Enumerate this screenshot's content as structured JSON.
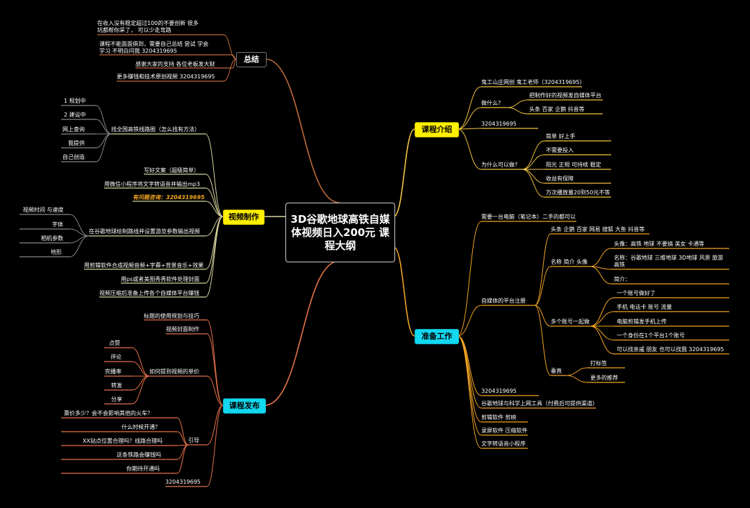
{
  "center": "3D谷歌地球高铁自媒体视频日入200元 课程大纲",
  "colors": {
    "yellow": "#ffef00",
    "cyan": "#12d8f0",
    "sum_line": "#c06a3a",
    "video_line": "#d9d6a0",
    "pub_line": "#e8734a",
    "intro_line": "#f5c842",
    "prep_line": "#f5a623"
  },
  "summary": {
    "label": "总结",
    "items": [
      "在收入没有稳定超过100的不要创新 很多坑都帮你采了， 可以少走弯路",
      "课程不能面面俱到，需要自己总结 尝试 学会学习 不明白问我 3204319695",
      "感谢大家的支持 各位老板发大财",
      "更多赚钱和技术原创视频 3204319695"
    ]
  },
  "video": {
    "label": "视频制作",
    "find": {
      "label": "找全国高铁线路图（怎么找有方法）",
      "children": [
        "1 规划中",
        "2 建设中",
        "网上查询",
        "我提供",
        "自己创造"
      ]
    },
    "items": [
      "写好文案（超级简单）",
      "用微信小程序将文字转语音并输出mp3",
      "有问题咨询：3204319695"
    ],
    "draw": {
      "label": "在谷歌地球绘制路线并设置游览参数输出视频",
      "children": [
        "视频时间 与速度",
        "字体",
        "相机参数",
        "地形"
      ]
    },
    "tail": [
      "用剪辑软件合成视频音频+字幕+背景音乐+效果",
      "用ps或者美图秀秀软件处理封面",
      "视频压缩后准备上传各个自媒体平台赚钱"
    ]
  },
  "publish": {
    "label": "课程发布",
    "top": [
      "标题的使用规划与技巧",
      "视频封面制作"
    ],
    "rate": {
      "label": "如何提到视频的单价",
      "children": [
        "点赞",
        "评论",
        "完播率",
        "转发",
        "分享"
      ]
    },
    "guide": {
      "label": "引导",
      "children": [
        "票价多少？会不会影响其他的火车？",
        "什么时候开通？",
        "XX站点位置合理吗？线路合理吗",
        "这条铁路会赚钱吗",
        "你期待开通吗"
      ]
    },
    "qq": "3204319695"
  },
  "intro": {
    "label": "课程介绍",
    "teacher": "鬼工山庄网创 鬼工老师（3204319695）",
    "what": {
      "label": "做什么?",
      "children": [
        "把制作好的视频发自媒体平台",
        "头条 百家 企鹅 抖音等"
      ]
    },
    "qq": "3204319695",
    "why": {
      "label": "为什么可以做?",
      "children": [
        "简单 好上手",
        "不需要投入",
        "阳光 正规 可持续 稳定",
        "收益有保障",
        "万次播放量20到50元不等"
      ]
    }
  },
  "prep": {
    "label": "准备工作",
    "computer": "需要一台电脑（笔记本）二手的都可以",
    "reg": {
      "label": "自媒体的平台注册",
      "platforms": "头条 企鹅 百家 网易 搜狐 大鱼 抖音等",
      "name": {
        "label": "名称 简介 头像",
        "children": [
          "头像：高铁 地球 不要搞 美女 卡通等",
          "名称：谷歌地球 三维地球 3D地球 风景 旅游 高铁",
          "简介："
        ]
      },
      "multi": {
        "label": "多个账号一起做",
        "children": [
          "一个账号做好了",
          "手机 电话卡 账号 流量",
          "电脑剪辑发手机上传",
          "一个身份在1个平台1个账号",
          "可以找亲戚 朋友 也可以找我 3204319695"
        ]
      },
      "vertical": {
        "label": "垂直",
        "children": [
          "打标签",
          "更多的推荐"
        ]
      }
    },
    "tail": [
      "3204319695",
      "谷歌地球与科学上网工具（付费后可提供渠道）",
      "剪辑软件 剪映",
      "录屏软件 压缩软件",
      "文字转语音小程序"
    ]
  }
}
